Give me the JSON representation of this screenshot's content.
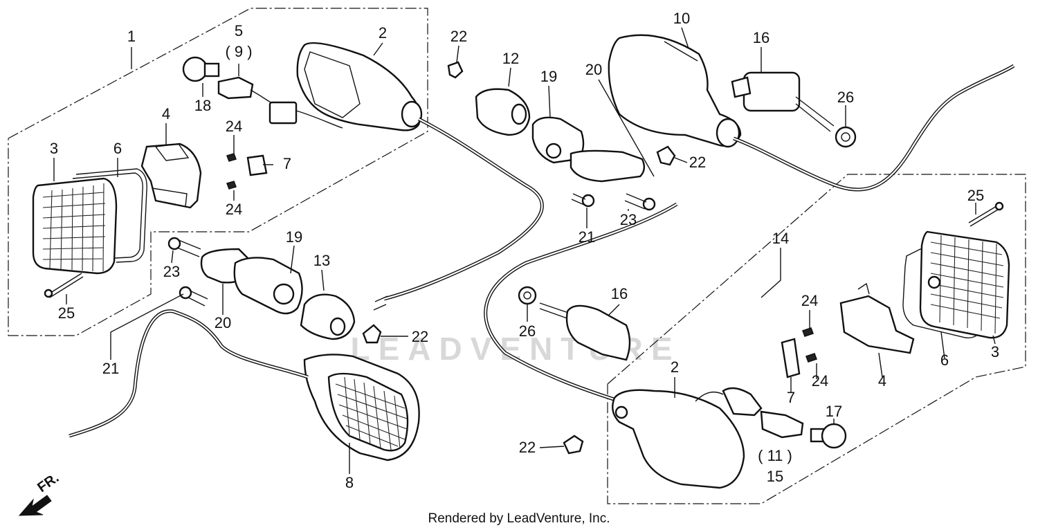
{
  "callouts": {
    "c1": "1",
    "c5": "5",
    "c9": "( 9 )",
    "c2a": "2",
    "c22a": "22",
    "c12": "12",
    "c19a": "19",
    "c20a": "20",
    "c10": "10",
    "c16a": "16",
    "c26a": "26",
    "c18": "18",
    "c4a": "4",
    "c24a": "24",
    "c7a": "7",
    "c24b": "24",
    "c3a": "3",
    "c6a": "6",
    "c22b": "22",
    "c21a": "21",
    "c23a": "23",
    "c25a": "25",
    "c23b": "23",
    "c19b": "19",
    "c13": "13",
    "c20b": "20",
    "c22c": "22",
    "c21b": "21",
    "c8": "8",
    "c14": "14",
    "c26b": "26",
    "c16b": "16",
    "c2b": "2",
    "c24c": "24",
    "c24d": "24",
    "c7b": "7",
    "c4b": "4",
    "c6b": "6",
    "c3b": "3",
    "c17": "17",
    "c11": "( 11 )",
    "c15": "15",
    "c22d": "22",
    "c25b": "25"
  },
  "footer": "Rendered by LeadVenture, Inc.",
  "front_marker": "FR.",
  "watermark": "LEADVENTURE"
}
